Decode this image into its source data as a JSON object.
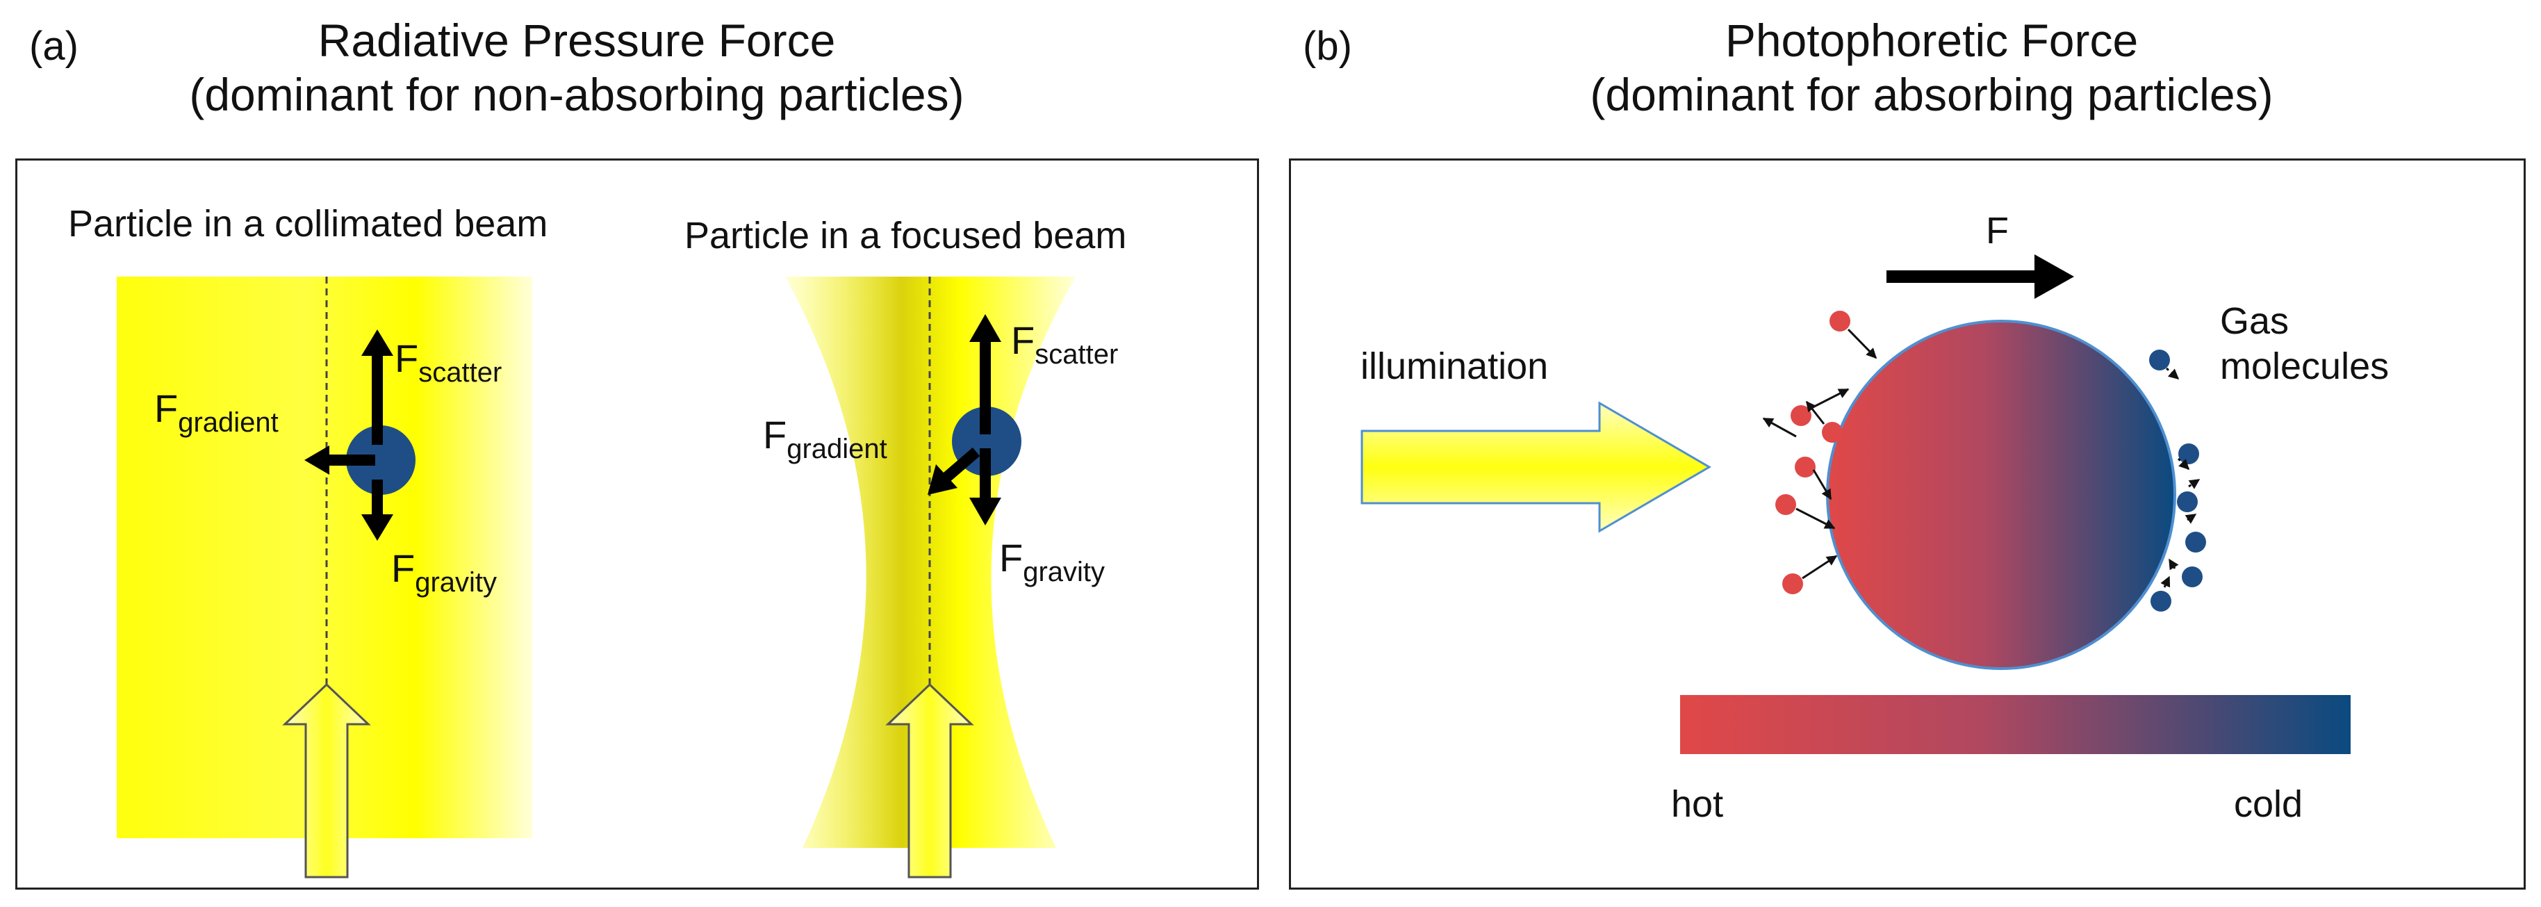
{
  "panel_a": {
    "label": "(a)",
    "title_line1": "Radiative Pressure Force",
    "title_line2": "(dominant for non-absorbing particles)",
    "collimated": {
      "heading": "Particle in a collimated beam",
      "f_scatter_main": "F",
      "f_scatter_sub": "scatter",
      "f_gradient_main": "F",
      "f_gradient_sub": "gradient",
      "f_gravity_main": "F",
      "f_gravity_sub": "gravity"
    },
    "focused": {
      "heading": "Particle in a focused beam",
      "f_scatter_main": "F",
      "f_scatter_sub": "scatter",
      "f_gradient_main": "F",
      "f_gradient_sub": "gradient",
      "f_gravity_main": "F",
      "f_gravity_sub": "gravity"
    }
  },
  "panel_b": {
    "label": "(b)",
    "title_line1": "Photophoretic Force",
    "title_line2": "(dominant for absorbing particles)",
    "force_label": "F",
    "illumination_label": "illumination",
    "gas_label_line1": "Gas",
    "gas_label_line2": "molecules",
    "scale_hot": "hot",
    "scale_cold": "cold"
  },
  "colors": {
    "hot": "#e04848",
    "cold": "#0a4a80",
    "beam": "#ffff00",
    "particle": "#1f4e86"
  }
}
